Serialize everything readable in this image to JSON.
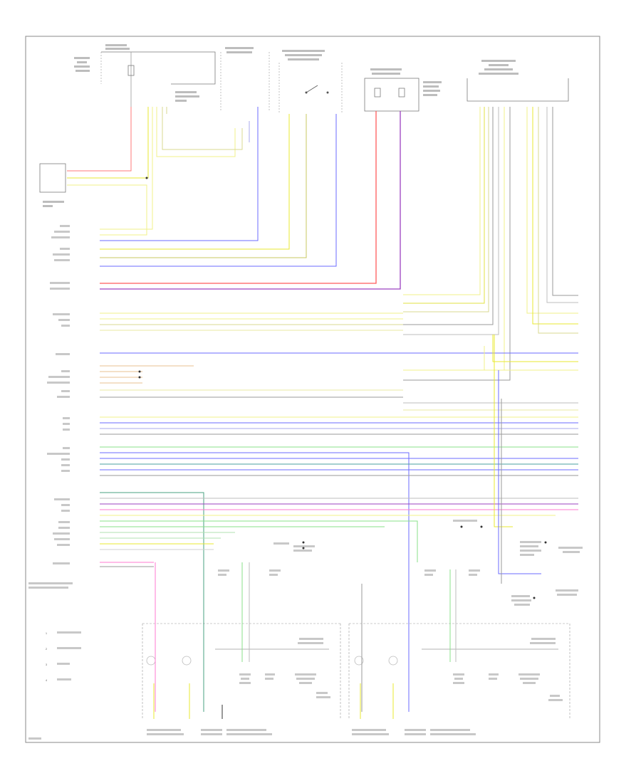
{
  "diagram": {
    "page_id": "",
    "legend": [
      {
        "number": "1",
        "text": ""
      },
      {
        "number": "2",
        "text": ""
      },
      {
        "number": "3",
        "text": ""
      },
      {
        "number": "4",
        "text": ""
      }
    ],
    "left_connector_pins": [
      "",
      "",
      "",
      "",
      "",
      "",
      "",
      "",
      "",
      "",
      "",
      "",
      "",
      "",
      "",
      "",
      "",
      "",
      "",
      "",
      "",
      "",
      "",
      "",
      "",
      "",
      "",
      "",
      "",
      "",
      "",
      ""
    ],
    "wire_colors": {
      "red": "#ff5a5a",
      "yellow": "#e8e830",
      "pale_yellow": "#f0f08a",
      "blue": "#6b6bff",
      "purple": "#9b40c0",
      "gray": "#9a9a9a",
      "green": "#5ad25a",
      "teal": "#4aa0a0",
      "pink": "#ff7ad0",
      "olive": "#a0a040",
      "black": "#333333"
    }
  }
}
